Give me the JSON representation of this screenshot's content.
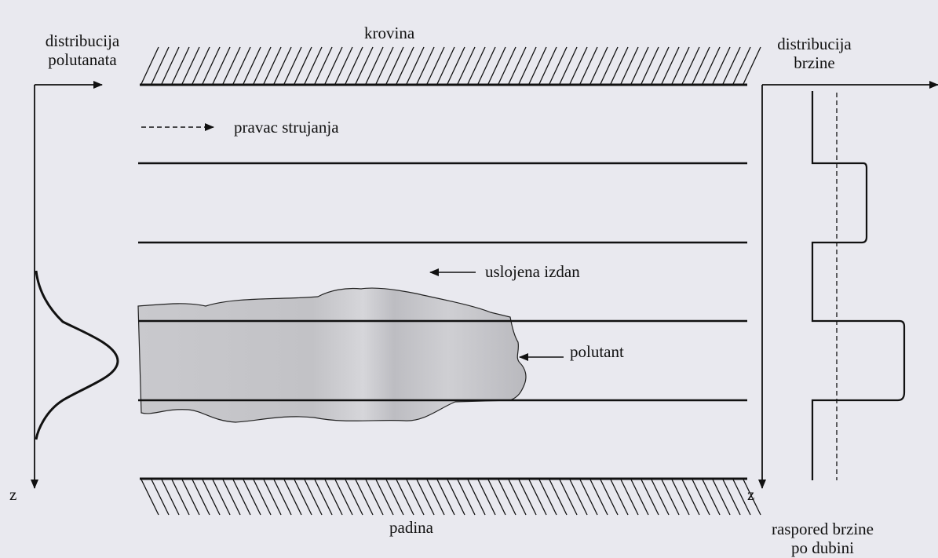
{
  "labels": {
    "pollutant_distribution_line1": "distribucija",
    "pollutant_distribution_line2": "polutanata",
    "velocity_distribution_line1": "distribucija",
    "velocity_distribution_line2": "brzine",
    "roof": "krovina",
    "floor": "padina",
    "flow_direction": "pravac strujanja",
    "layered_aquifer": "uslojena izdan",
    "pollutant": "polutant",
    "z_left": "z",
    "z_right": "z",
    "velocity_by_depth_line1": "raspored brzine",
    "velocity_by_depth_line2": "po dubini"
  },
  "colors": {
    "background": "#e9e9ef",
    "ink": "#111111",
    "plume_fill": "#c4c4c8"
  }
}
